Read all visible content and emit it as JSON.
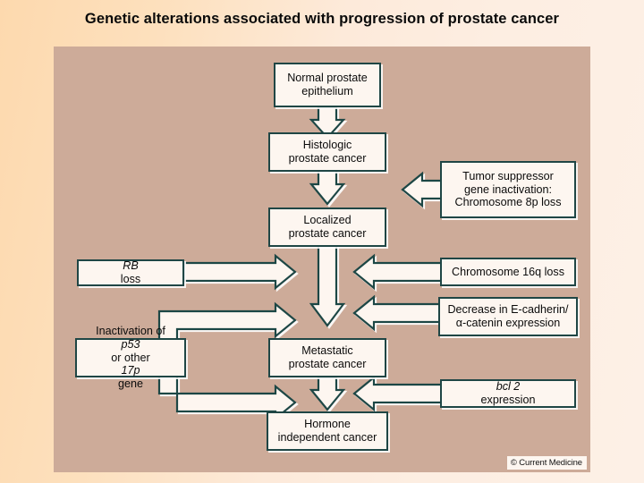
{
  "slide": {
    "title": "Genetic alterations associated with progression of prostate cancer",
    "background_gradient_from": "#fdd9ae",
    "background_gradient_to": "#fdf0e6"
  },
  "diagram": {
    "panel_color": "#cdab99",
    "box_fill": "#fdf6f0",
    "box_border": "#1f4645",
    "arrow_fill": "#fdf6f0",
    "arrow_stroke": "#1f4645",
    "credit": "© Current Medicine",
    "spine_nodes": [
      {
        "id": "normal-prostate-epithelium",
        "line1": "Normal prostate",
        "line2": "epithelium"
      },
      {
        "id": "histologic-prostate-cancer",
        "line1": "Histologic",
        "line2": "prostate cancer"
      },
      {
        "id": "localized-prostate-cancer",
        "line1": "Localized",
        "line2": "prostate cancer"
      },
      {
        "id": "metastatic-prostate-cancer",
        "line1": "Metastatic",
        "line2": "prostate cancer"
      },
      {
        "id": "hormone-independent-cancer",
        "line1": "Hormone",
        "line2": "independent cancer"
      }
    ],
    "right_nodes": [
      {
        "id": "tumor-suppressor-gene-inactivation",
        "line1": "Tumor suppressor",
        "line2": "gene inactivation:",
        "line3": "Chromosome 8p loss"
      },
      {
        "id": "chromosome-16q-loss",
        "line1": "Chromosome 16q loss"
      },
      {
        "id": "decrease-e-cadherin-alpha-catenin",
        "line1": "Decrease in E-cadherin/",
        "line2": "α-catenin expression"
      },
      {
        "id": "bcl2-expression",
        "italic": "bcl 2",
        "rest": " expression"
      }
    ],
    "left_nodes": [
      {
        "id": "rb-loss",
        "italic": "RB",
        "rest": " loss"
      },
      {
        "id": "p53-17p-inactivation",
        "line1_pre": "Inactivation of ",
        "line1_italic": "p53",
        "line2_pre": "or other ",
        "line2_italic": "17p",
        "line2_post": " gene"
      }
    ]
  }
}
